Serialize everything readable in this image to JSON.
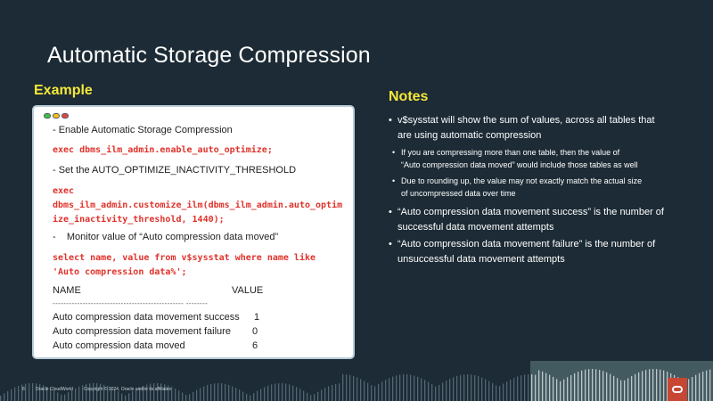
{
  "slide": {
    "title": "Automatic Storage Compression",
    "example_heading": "Example",
    "notes_heading": "Notes"
  },
  "example": {
    "lines": [
      "- Enable Automatic Storage Compression",
      "exec dbms_ilm_admin.enable_auto_optimize;",
      "- Set the AUTO_OPTIMIZE_INACTIVITY_THRESHOLD",
      "exec",
      "dbms_ilm_admin.customize_ilm(dbms_ilm_admin.auto_optim",
      "ize_inactivity_threshold, 1440);",
      "-    Monitor value of “Auto compression data moved”",
      "select name, value from v$sysstat where name like",
      "'Auto compression data%';"
    ],
    "result_header": {
      "name": "NAME",
      "value": "VALUE"
    },
    "result_divider": "------------------------------------------------ --------",
    "result_rows": [
      {
        "name": "Auto compression data movement success",
        "value": "1"
      },
      {
        "name": "Auto compression data movement failure",
        "value": "0"
      },
      {
        "name": "Auto compression data moved",
        "value": "6"
      }
    ]
  },
  "notes": [
    "v$sysstat will show the sum of values, across all tables that",
    "are using automatic compression",
    "If you are compressing more than one table, then the value of",
    "“Auto compression data moved” would include those tables as well",
    "Due to rounding up, the value may not exactly match the actual size",
    "of uncompressed data over time",
    "“Auto compression data movement success” is the number of",
    "successful data movement attempts",
    "“Auto compression data movement failure” is the number of",
    "unsuccessful data movement attempts"
  ],
  "footer": {
    "page_number": "8",
    "event": "Oracle CloudWorld",
    "copyright": "Copyright © 2024, Oracle and/or its affiliates"
  },
  "colors": {
    "background": "#1c2b35",
    "heading_yellow": "#f5e83a",
    "code_red": "#e0322b",
    "oracle_red": "#c74634"
  },
  "icons": [
    "window-green-dot-icon",
    "window-yellow-dot-icon",
    "window-red-dot-icon",
    "oracle-logo-icon"
  ]
}
